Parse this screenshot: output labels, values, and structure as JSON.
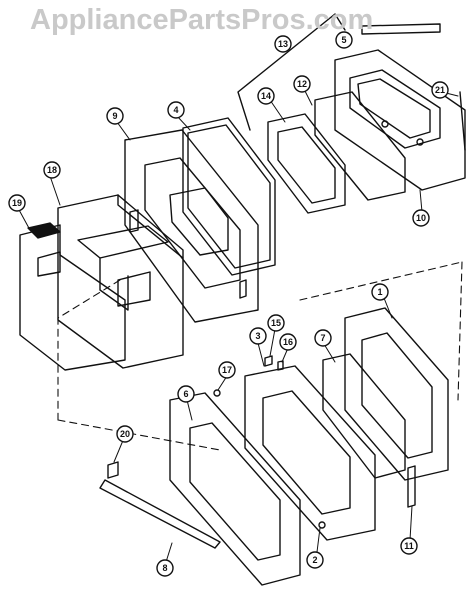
{
  "watermark": "AppliancePartsPros.com",
  "colors": {
    "line": "#111111",
    "watermark": "#c9c9c9",
    "background": "#ffffff"
  },
  "callouts": [
    "1",
    "2",
    "3",
    "4",
    "5",
    "6",
    "7",
    "8",
    "9",
    "10",
    "11",
    "12",
    "13",
    "14",
    "15",
    "16",
    "17",
    "18",
    "19",
    "20",
    "21"
  ]
}
